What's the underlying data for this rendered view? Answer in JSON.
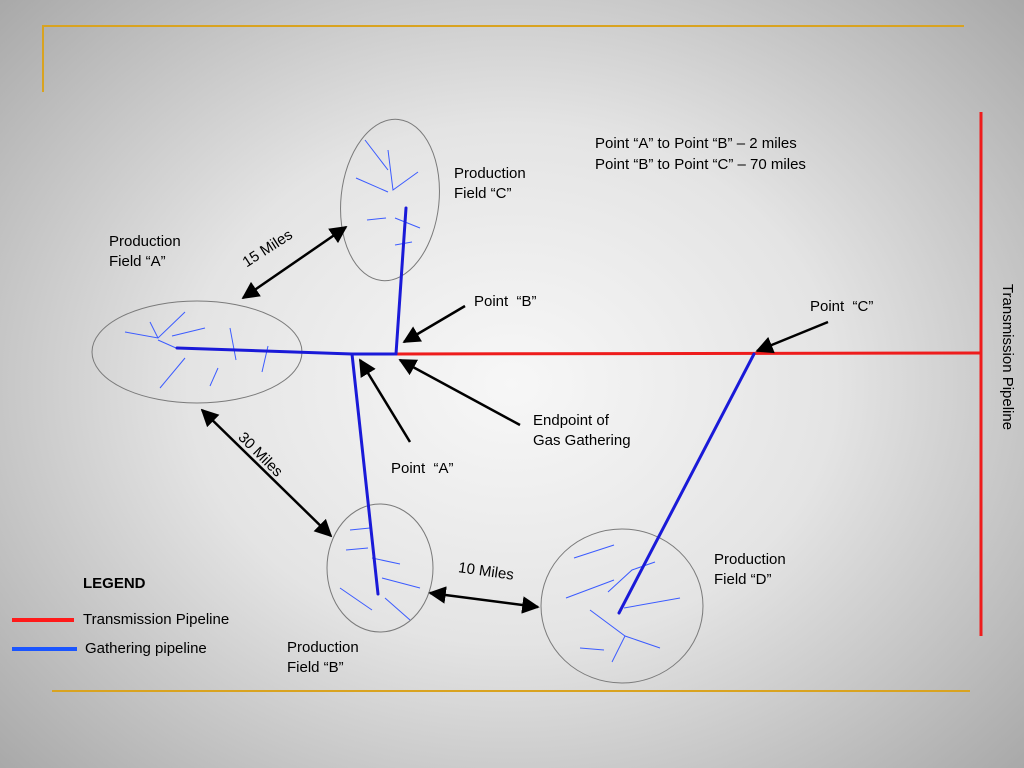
{
  "labels": {
    "field_a": "Production\nField “A”",
    "field_b": "Production\nField “B”",
    "field_c": "Production\nField “C”",
    "field_d": "Production\nField “D”",
    "point_a": "Point  “A”",
    "point_b": "Point  “B”",
    "point_c": "Point  “C”",
    "endpoint": "Endpoint of\nGas Gathering",
    "dist_ab": "Point “A” to Point “B” – 2 miles",
    "dist_bc": "Point “B” to Point “C” – 70 miles",
    "transmission_vertical": "Transmission Pipeline"
  },
  "distances": {
    "ac": "15 Miles",
    "ab": "30 Miles",
    "bd": "10 Miles"
  },
  "legend": {
    "title": "LEGEND",
    "items": [
      {
        "label": "Transmission Pipeline",
        "color": "#ff1a1a"
      },
      {
        "label": "Gathering pipeline",
        "color": "#1a55ff"
      }
    ]
  },
  "colors": {
    "transmission": "#ee1c1c",
    "gathering": "#1a1ad8",
    "frame": "#d9a320"
  }
}
